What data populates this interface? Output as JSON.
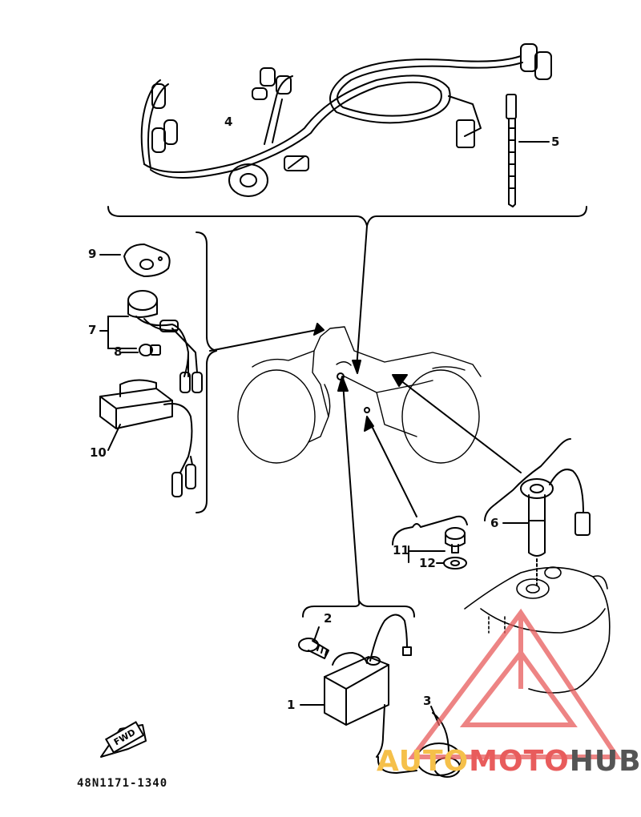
{
  "callouts": {
    "c1": "1",
    "c2": "2",
    "c3": "3",
    "c4": "4",
    "c5": "5",
    "c6": "6",
    "c7": "7",
    "c8": "8",
    "c9": "9",
    "c10": "10",
    "c11": "11",
    "c12": "12"
  },
  "fwd_label": "FWD",
  "part_number": "48N1171-1340",
  "watermark": {
    "a": "AUTO",
    "b": "MOTO",
    "c": "HUB"
  },
  "colors": {
    "line": "#000000",
    "watermark_red": "#e85c5c",
    "watermark_yellow": "#f5c04a",
    "watermark_gray": "#555555"
  }
}
